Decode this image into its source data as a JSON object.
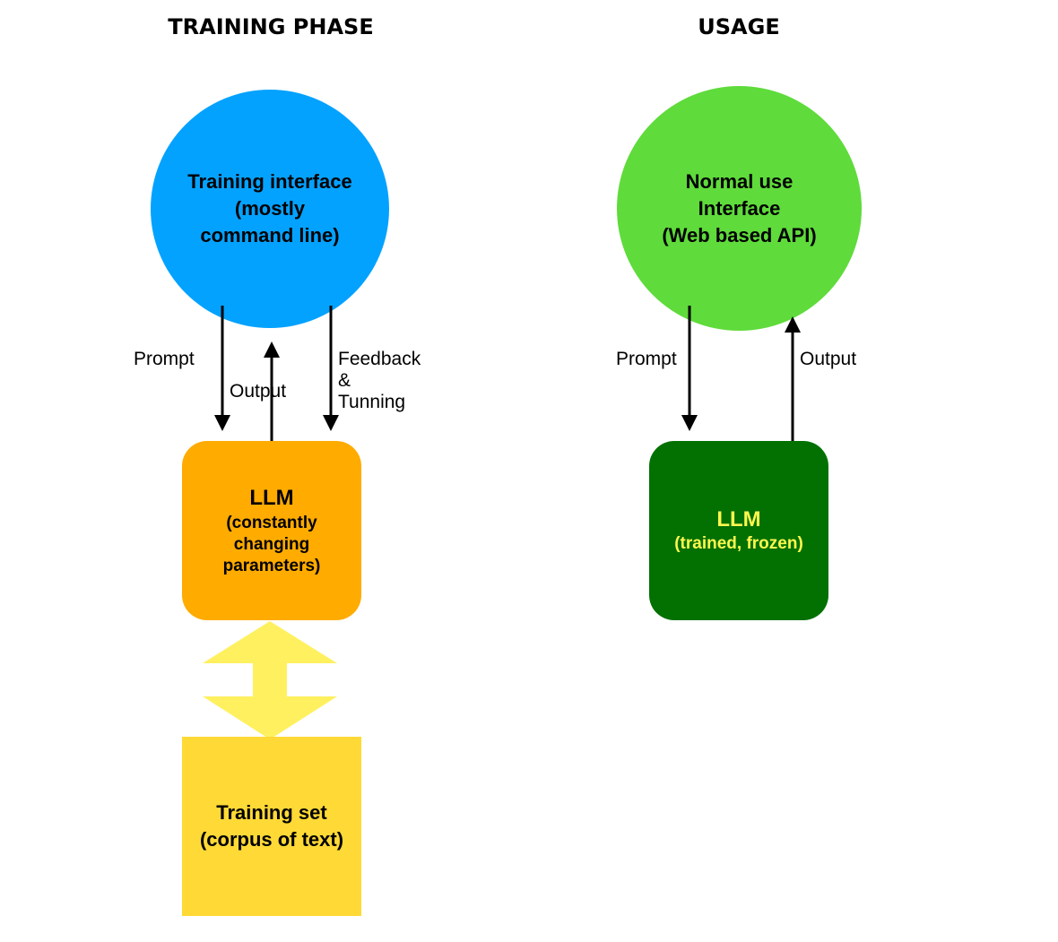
{
  "training": {
    "heading": "TRAINING PHASE",
    "interface": {
      "lines": [
        "Training interface",
        "(mostly",
        "command line)"
      ],
      "color": "#04a2ff"
    },
    "prompt_label": "Prompt",
    "output_label": "Output",
    "feedback_label": [
      "Feedback",
      "&",
      "Tunning"
    ],
    "llm": {
      "title": "LLM",
      "lines": [
        "(constantly",
        "changing",
        "parameters)"
      ],
      "color": "#ffab00"
    },
    "double_arrow_color": "#fff05f",
    "training_set": {
      "lines": [
        "Training set",
        "(corpus of text)"
      ],
      "color": "#ffd936"
    }
  },
  "usage": {
    "heading": "USAGE",
    "interface": {
      "lines": [
        "Normal use",
        "Interface",
        "(Web based API)"
      ],
      "color": "#5fdb3b"
    },
    "prompt_label": "Prompt",
    "output_label": "Output",
    "llm": {
      "title": "LLM",
      "subtitle": "(trained, frozen)",
      "color": "#027102",
      "text_color": "#fff74f"
    }
  }
}
